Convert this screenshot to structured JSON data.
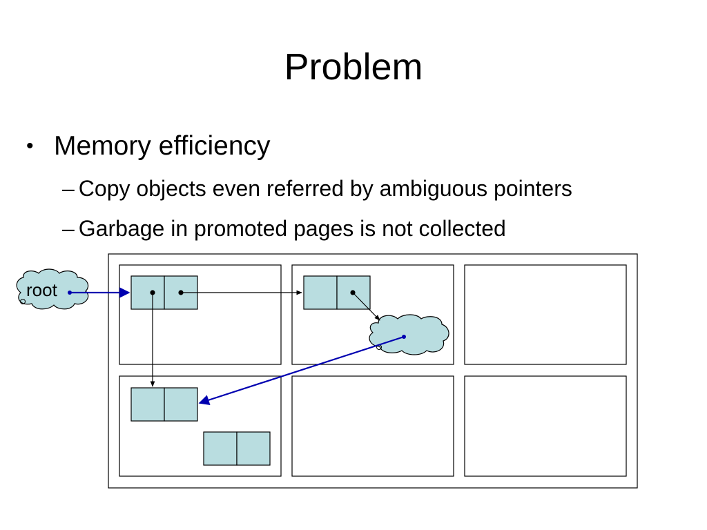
{
  "slide": {
    "title": "Problem",
    "bullet": "Memory efficiency",
    "bullet_marker": "•",
    "sub_marker": "–",
    "sub_bullets": [
      "Copy objects even referred by ambiguous pointers",
      "Garbage in promoted pages is not collected"
    ]
  },
  "diagram": {
    "root_label": "root",
    "colors": {
      "cell_fill": "#b9dde0",
      "ambiguous_pointer": "#0000b0",
      "pointer": "#000000",
      "page_border": "#000000"
    }
  }
}
